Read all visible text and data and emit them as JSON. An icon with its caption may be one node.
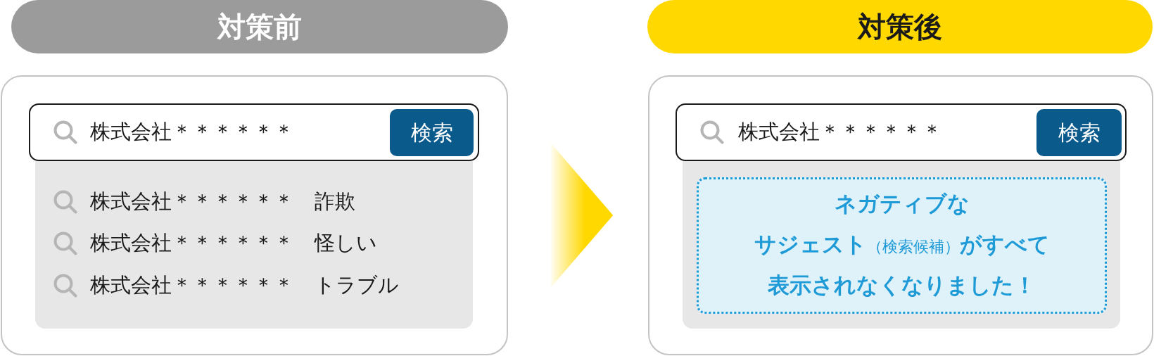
{
  "diagram": {
    "nodes": [
      {
        "text": [
          "対策前"
        ]
      },
      {
        "text": [],
        "shape": "box"
      },
      {
        "text": [
          "株式会社＊＊＊＊＊＊"
        ],
        "in": 1
      },
      {
        "text": [
          "検索"
        ],
        "in": 2
      },
      {
        "text": [
          "株式会社＊＊＊＊＊＊　詐欺",
          "株式会社＊＊＊＊＊＊　怪しい",
          "株式会社＊＊＊＊＊＊　トラブル"
        ],
        "in": 1
      },
      {
        "text": [
          "対策後"
        ]
      },
      {
        "text": [],
        "shape": "box"
      },
      {
        "text": [
          "株式会社＊＊＊＊＊＊"
        ],
        "in": 6
      },
      {
        "text": [
          "検索"
        ],
        "in": 7
      },
      {
        "text": [],
        "shape": "box",
        "in": 6
      },
      {
        "text": [
          "**ネガティブなサジェスト**（検索候補）**がすべて表示されなくなりました！**"
        ],
        "in": 9
      }
    ],
    "edges": [
      {
        "from": 1,
        "to": 6,
        "arrow": "to"
      }
    ]
  }
}
